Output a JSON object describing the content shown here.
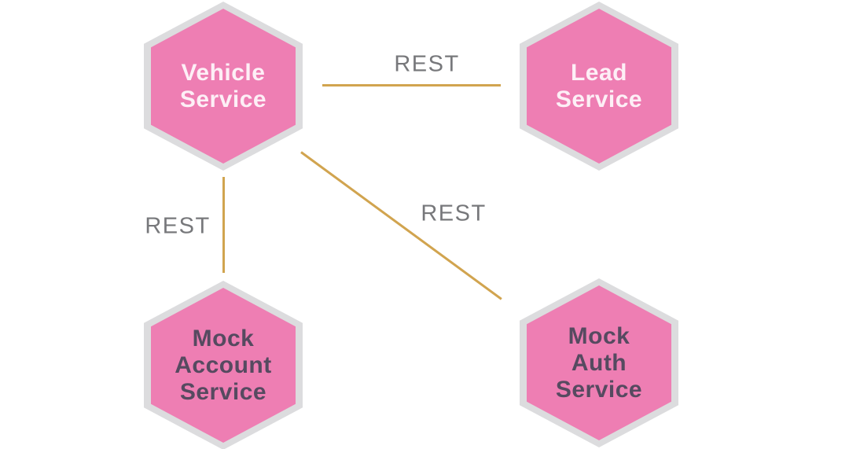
{
  "diagram": {
    "type": "service-architecture",
    "nodes": [
      {
        "id": "vehicle-service",
        "label": "Vehicle\nService",
        "shape": "hexagon",
        "fill": "#ee7eb3",
        "border": "#dcdcde",
        "text_color": "#fdeff6"
      },
      {
        "id": "lead-service",
        "label": "Lead\nService",
        "shape": "hexagon",
        "fill": "#ee7eb3",
        "border": "#dcdcde",
        "text_color": "#fdeff6"
      },
      {
        "id": "mock-account-service",
        "label": "Mock\nAccount\nService",
        "shape": "hexagon",
        "fill": "#ee7eb3",
        "border": "#dcdcde",
        "text_color": "#564a60"
      },
      {
        "id": "mock-auth-service",
        "label": "Mock\nAuth\nService",
        "shape": "hexagon",
        "fill": "#ee7eb3",
        "border": "#dcdcde",
        "text_color": "#564a60"
      }
    ],
    "edges": [
      {
        "from": "vehicle-service",
        "to": "lead-service",
        "label": "REST",
        "direction": "horizontal"
      },
      {
        "from": "vehicle-service",
        "to": "mock-account-service",
        "label": "REST",
        "direction": "vertical"
      },
      {
        "from": "vehicle-service",
        "to": "mock-auth-service",
        "label": "REST",
        "direction": "diagonal"
      }
    ],
    "colors": {
      "connector": "#d1a44f",
      "edge_label_text": "#77787b",
      "hex_fill": "#ee7eb3",
      "hex_border": "#dcdcde",
      "background": "#ffffff"
    }
  }
}
